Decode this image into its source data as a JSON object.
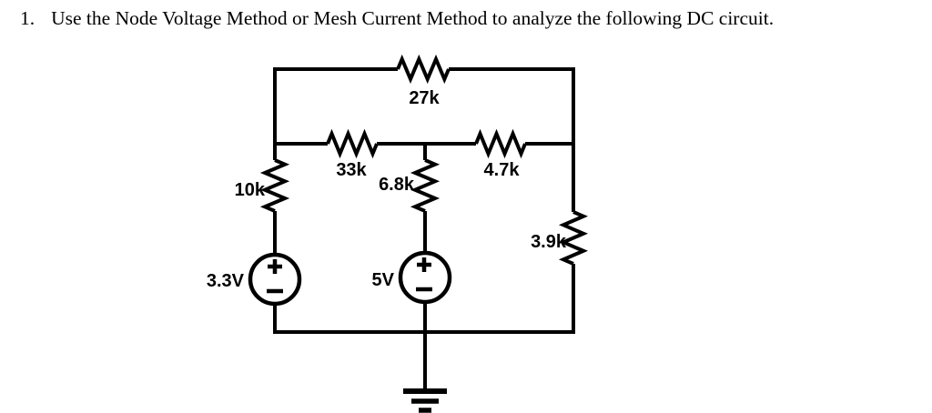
{
  "problem": {
    "number": "1.",
    "statement": "Use the Node Voltage Method or Mesh Current Method to analyze the following DC circuit."
  },
  "circuit": {
    "resistors": {
      "top": "27k",
      "middle_left": "33k",
      "middle_right": "4.7k",
      "center": "6.8k",
      "left_branch": "10k",
      "right_branch": "3.9k"
    },
    "voltage_sources": {
      "left": {
        "label": "3.3V",
        "polarity_top": "+",
        "polarity_bottom": "−"
      },
      "center": {
        "label": "5V",
        "polarity_top": "+",
        "polarity_bottom": "−"
      }
    },
    "icons": {
      "ground": "earth-ground-icon"
    },
    "colors": {
      "ink": "#000000",
      "background": "#ffffff"
    }
  }
}
